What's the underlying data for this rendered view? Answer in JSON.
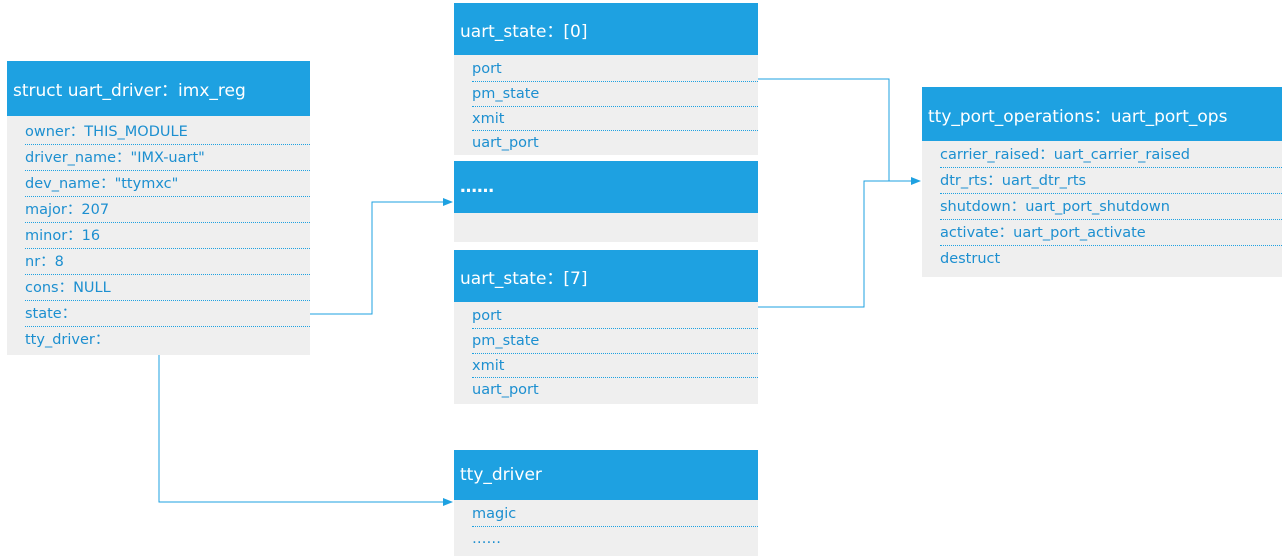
{
  "uart_driver": {
    "title": "struct uart_driver：imx_reg",
    "fields": [
      "owner：THIS_MODULE",
      "driver_name：\"IMX-uart\"",
      "dev_name：\"ttymxc\"",
      "major：207",
      "minor：16",
      "nr：8",
      "cons：NULL",
      "state：",
      "tty_driver："
    ]
  },
  "uart_state_0": {
    "title": "uart_state：[0]",
    "fields": [
      "port",
      "pm_state",
      "xmit",
      "uart_port"
    ]
  },
  "ellipsis_block": {
    "title": "……"
  },
  "uart_state_7": {
    "title": "uart_state：[7]",
    "fields": [
      "port",
      "pm_state",
      "xmit",
      "uart_port"
    ]
  },
  "tty_driver": {
    "title": "tty_driver",
    "fields": [
      "magic",
      "……"
    ]
  },
  "port_ops": {
    "title": "tty_port_operations：uart_port_ops",
    "fields": [
      "carrier_raised：uart_carrier_raised",
      "dtr_rts：uart_dtr_rts",
      "shutdown：uart_port_shutdown",
      "activate：uart_port_activate",
      "destruct"
    ]
  },
  "colors": {
    "header": "#1ea1e1",
    "body": "#efefef",
    "text": "#1c8fd0",
    "line": "#1ea1e1"
  }
}
